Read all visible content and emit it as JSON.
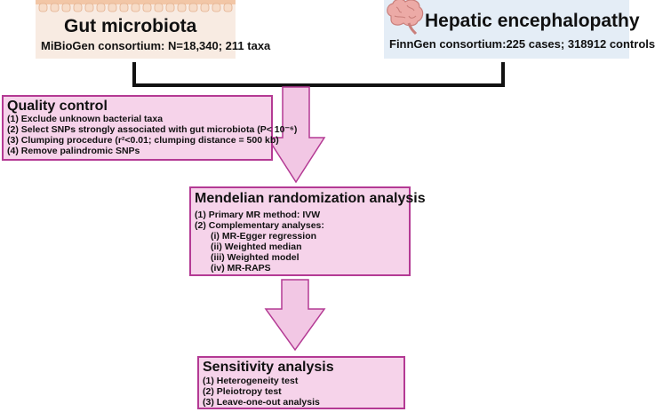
{
  "gut": {
    "title": "Gut microbiota",
    "subtitle": "MiBioGen consortium: N=18,340; 211 taxa",
    "icon": "intestine-icon"
  },
  "hepatic": {
    "title": "Hepatic encephalopathy",
    "subtitle": "FinnGen consortium:225 cases;  318912 controls",
    "icon": "brain-icon"
  },
  "qc": {
    "title": "Quality control",
    "items": [
      "(1) Exclude unknown bacterial taxa",
      "(2) Select SNPs strongly associated with gut microbiota (P< 10⁻⁶)",
      "(3) Clumping procedure (r²<0.01; clumping distance = 500 kb)",
      "(4) Remove palindromic SNPs"
    ]
  },
  "mr": {
    "title": "Mendelian randomization analysis",
    "items": [
      "(1) Primary MR method: IVW",
      "(2) Complementary analyses:",
      "(i) MR-Egger regression",
      "(ii) Weighted median",
      "(iii) Weighted model",
      "(iv) MR-RAPS"
    ]
  },
  "sens": {
    "title": "Sensitivity analysis",
    "items": [
      "(1) Heterogeneity test",
      "(2) Pleiotropy test",
      "(3) Leave-one-out analysis"
    ]
  },
  "colors": {
    "box_fill": "#f6d3ea",
    "box_border": "#b43a94",
    "gut_bg": "#f8ebe2",
    "hepatic_bg": "#e4edf6"
  }
}
